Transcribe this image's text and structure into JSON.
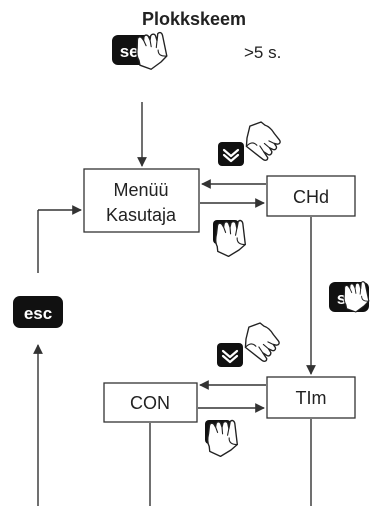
{
  "title": "Plokkskeem",
  "hold_note": ">5 s.",
  "boxes": {
    "menu_line1": "Menüü",
    "menu_line2": "Kasutaja",
    "chd": "CHd",
    "tlm": "TIm",
    "con": "CON"
  },
  "keys": {
    "set": "set",
    "esc": "esc"
  },
  "colors": {
    "ink": "#222222",
    "key_fill": "#111111",
    "key_text": "#ffffff",
    "background": "#ffffff"
  }
}
